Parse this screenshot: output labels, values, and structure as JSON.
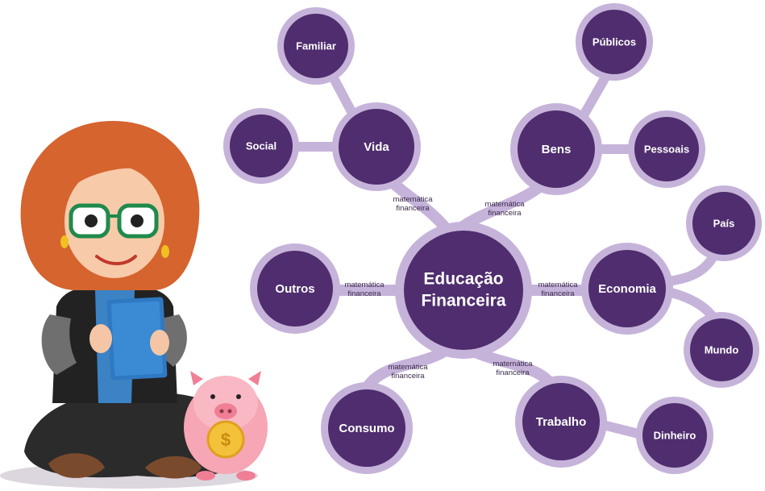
{
  "diagram": {
    "center": {
      "label_line1": "Educação",
      "label_line2": "Financeira"
    },
    "edge_label": {
      "line1": "matemática",
      "line2": "financeira"
    },
    "nodes": {
      "vida": "Vida",
      "familiar": "Familiar",
      "social": "Social",
      "bens": "Bens",
      "publicos": "Públicos",
      "pessoais": "Pessoais",
      "outros": "Outros",
      "economia": "Economia",
      "pais": "País",
      "mundo": "Mundo",
      "consumo": "Consumo",
      "trabalho": "Trabalho",
      "dinheiro": "Dinheiro"
    }
  },
  "colors": {
    "node_fill": "#4f2d6e",
    "node_ring": "#c6b3da",
    "connector": "#c6b3da",
    "text": "#ffffff"
  },
  "illustration": {
    "character": "teacher-woman-holding-book",
    "piggy_bank": "pink-piggy-bank-with-coin"
  }
}
